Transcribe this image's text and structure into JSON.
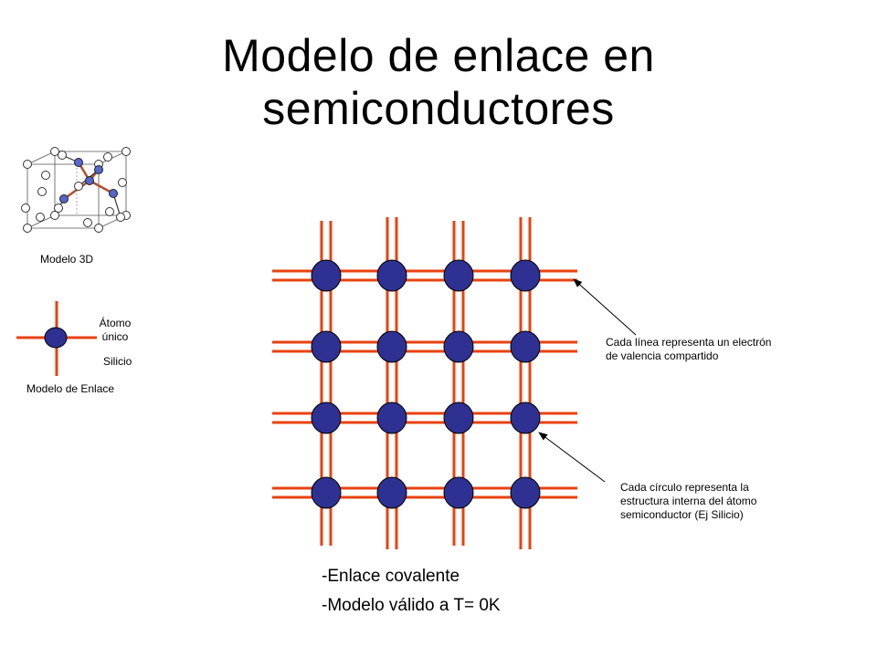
{
  "slide": {
    "title_line1": "Modelo de enlace en",
    "title_line2": "semiconductores"
  },
  "left_panel": {
    "model_3d_caption": "Modelo 3D",
    "atom_label_line1": "Átomo",
    "atom_label_line2": "único",
    "atom_label_line3": "Silicio",
    "bond_model_caption": "Modelo de Enlace"
  },
  "annotations": {
    "line_note_line1": "Cada línea representa un electrón",
    "line_note_line2": "de valencia compartido",
    "circle_note_line1": "Cada círculo representa la",
    "circle_note_line2": "estructura interna del átomo",
    "circle_note_line3": "semiconductor (Ej Silicio)"
  },
  "bullets": [
    "-Enlace covalente",
    "-Modelo válido a T= 0K"
  ],
  "colors": {
    "bond": "#e8420f",
    "atom_fill": "#2e3192",
    "atom_stroke": "#000000",
    "model3d_atom": "#5566cc",
    "model3d_bond": "#b05030"
  },
  "lattice": {
    "rows": 4,
    "cols": 4
  }
}
